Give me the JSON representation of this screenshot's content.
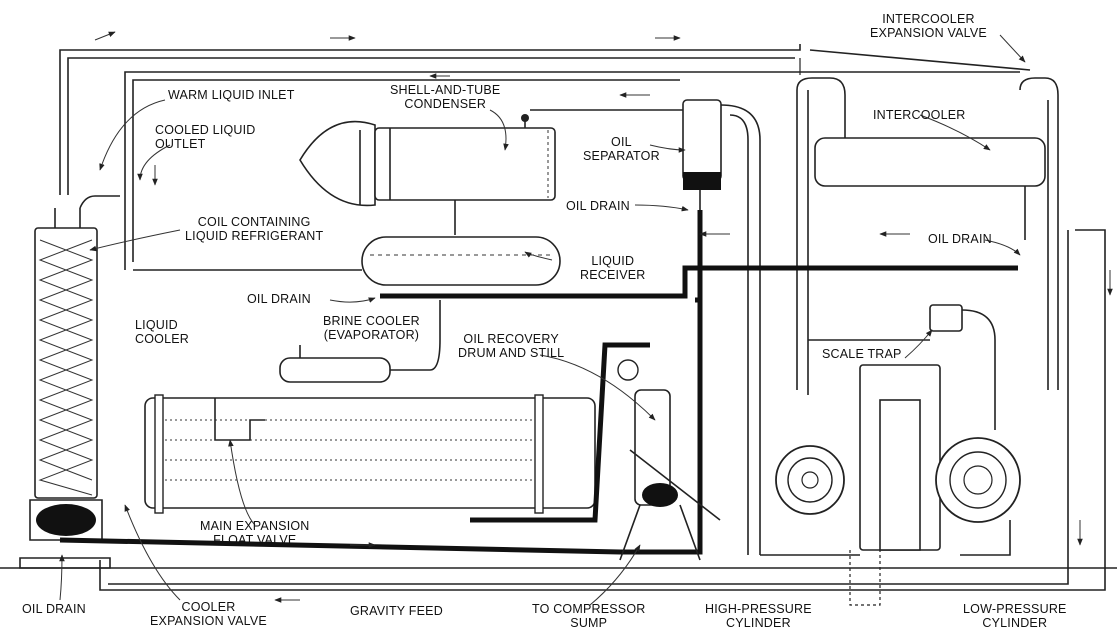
{
  "labels": {
    "intercooler_expansion_valve": [
      "INTERCOOLER",
      "EXPANSION VALVE"
    ],
    "warm_liquid_inlet": "WARM LIQUID INLET",
    "shell_and_tube_condenser": [
      "SHELL-AND-TUBE",
      "CONDENSER"
    ],
    "cooled_liquid_outlet": [
      "COOLED LIQUID",
      "OUTLET"
    ],
    "oil_separator": [
      "OIL",
      "SEPARATOR"
    ],
    "intercooler": "INTERCOOLER",
    "oil_drain_separator": "OIL DRAIN",
    "coil_containing_refrigerant": [
      "COIL CONTAINING",
      "LIQUID REFRIGERANT"
    ],
    "oil_drain_intercooler": "OIL DRAIN",
    "liquid_receiver": [
      "LIQUID",
      "RECEIVER"
    ],
    "oil_drain_receiver": "OIL DRAIN",
    "liquid_cooler": [
      "LIQUID",
      "COOLER"
    ],
    "brine_cooler": [
      "BRINE COOLER",
      "(EVAPORATOR)"
    ],
    "oil_recovery_drum": [
      "OIL RECOVERY",
      "DRUM AND STILL"
    ],
    "scale_trap": "SCALE TRAP",
    "main_expansion_float_valve": [
      "MAIN EXPANSION",
      "FLOAT VALVE"
    ],
    "oil_drain_bottom": "OIL DRAIN",
    "cooler_expansion_valve": [
      "COOLER",
      "EXPANSION VALVE"
    ],
    "gravity_feed": "GRAVITY FEED",
    "to_compressor_sump": [
      "TO COMPRESSOR",
      "SUMP"
    ],
    "high_pressure_cylinder": [
      "HIGH-PRESSURE",
      "CYLINDER"
    ],
    "low_pressure_cylinder": [
      "LOW-PRESSURE",
      "CYLINDER"
    ]
  }
}
